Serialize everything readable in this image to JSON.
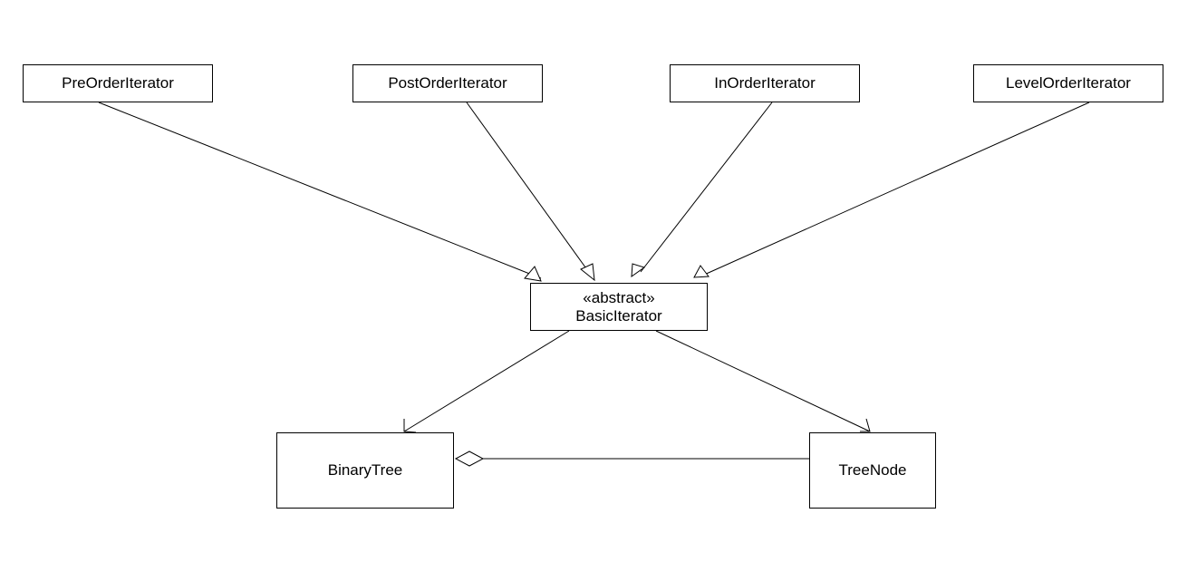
{
  "diagram": {
    "type": "uml-class-diagram",
    "classes": {
      "preorder": {
        "name": "PreOrderIterator"
      },
      "postorder": {
        "name": "PostOrderIterator"
      },
      "inorder": {
        "name": "InOrderIterator"
      },
      "levelorder": {
        "name": "LevelOrderIterator"
      },
      "basic": {
        "stereotype": "«abstract»",
        "name": "BasicIterator"
      },
      "binarytree": {
        "name": "BinaryTree"
      },
      "treenode": {
        "name": "TreeNode"
      }
    },
    "relationships": [
      {
        "from": "PreOrderIterator",
        "to": "BasicIterator",
        "kind": "generalization"
      },
      {
        "from": "PostOrderIterator",
        "to": "BasicIterator",
        "kind": "generalization"
      },
      {
        "from": "InOrderIterator",
        "to": "BasicIterator",
        "kind": "generalization"
      },
      {
        "from": "LevelOrderIterator",
        "to": "BasicIterator",
        "kind": "generalization"
      },
      {
        "from": "BasicIterator",
        "to": "BinaryTree",
        "kind": "navigable-association"
      },
      {
        "from": "BasicIterator",
        "to": "TreeNode",
        "kind": "navigable-association"
      },
      {
        "from": "TreeNode",
        "to": "BinaryTree",
        "kind": "aggregation"
      }
    ]
  }
}
